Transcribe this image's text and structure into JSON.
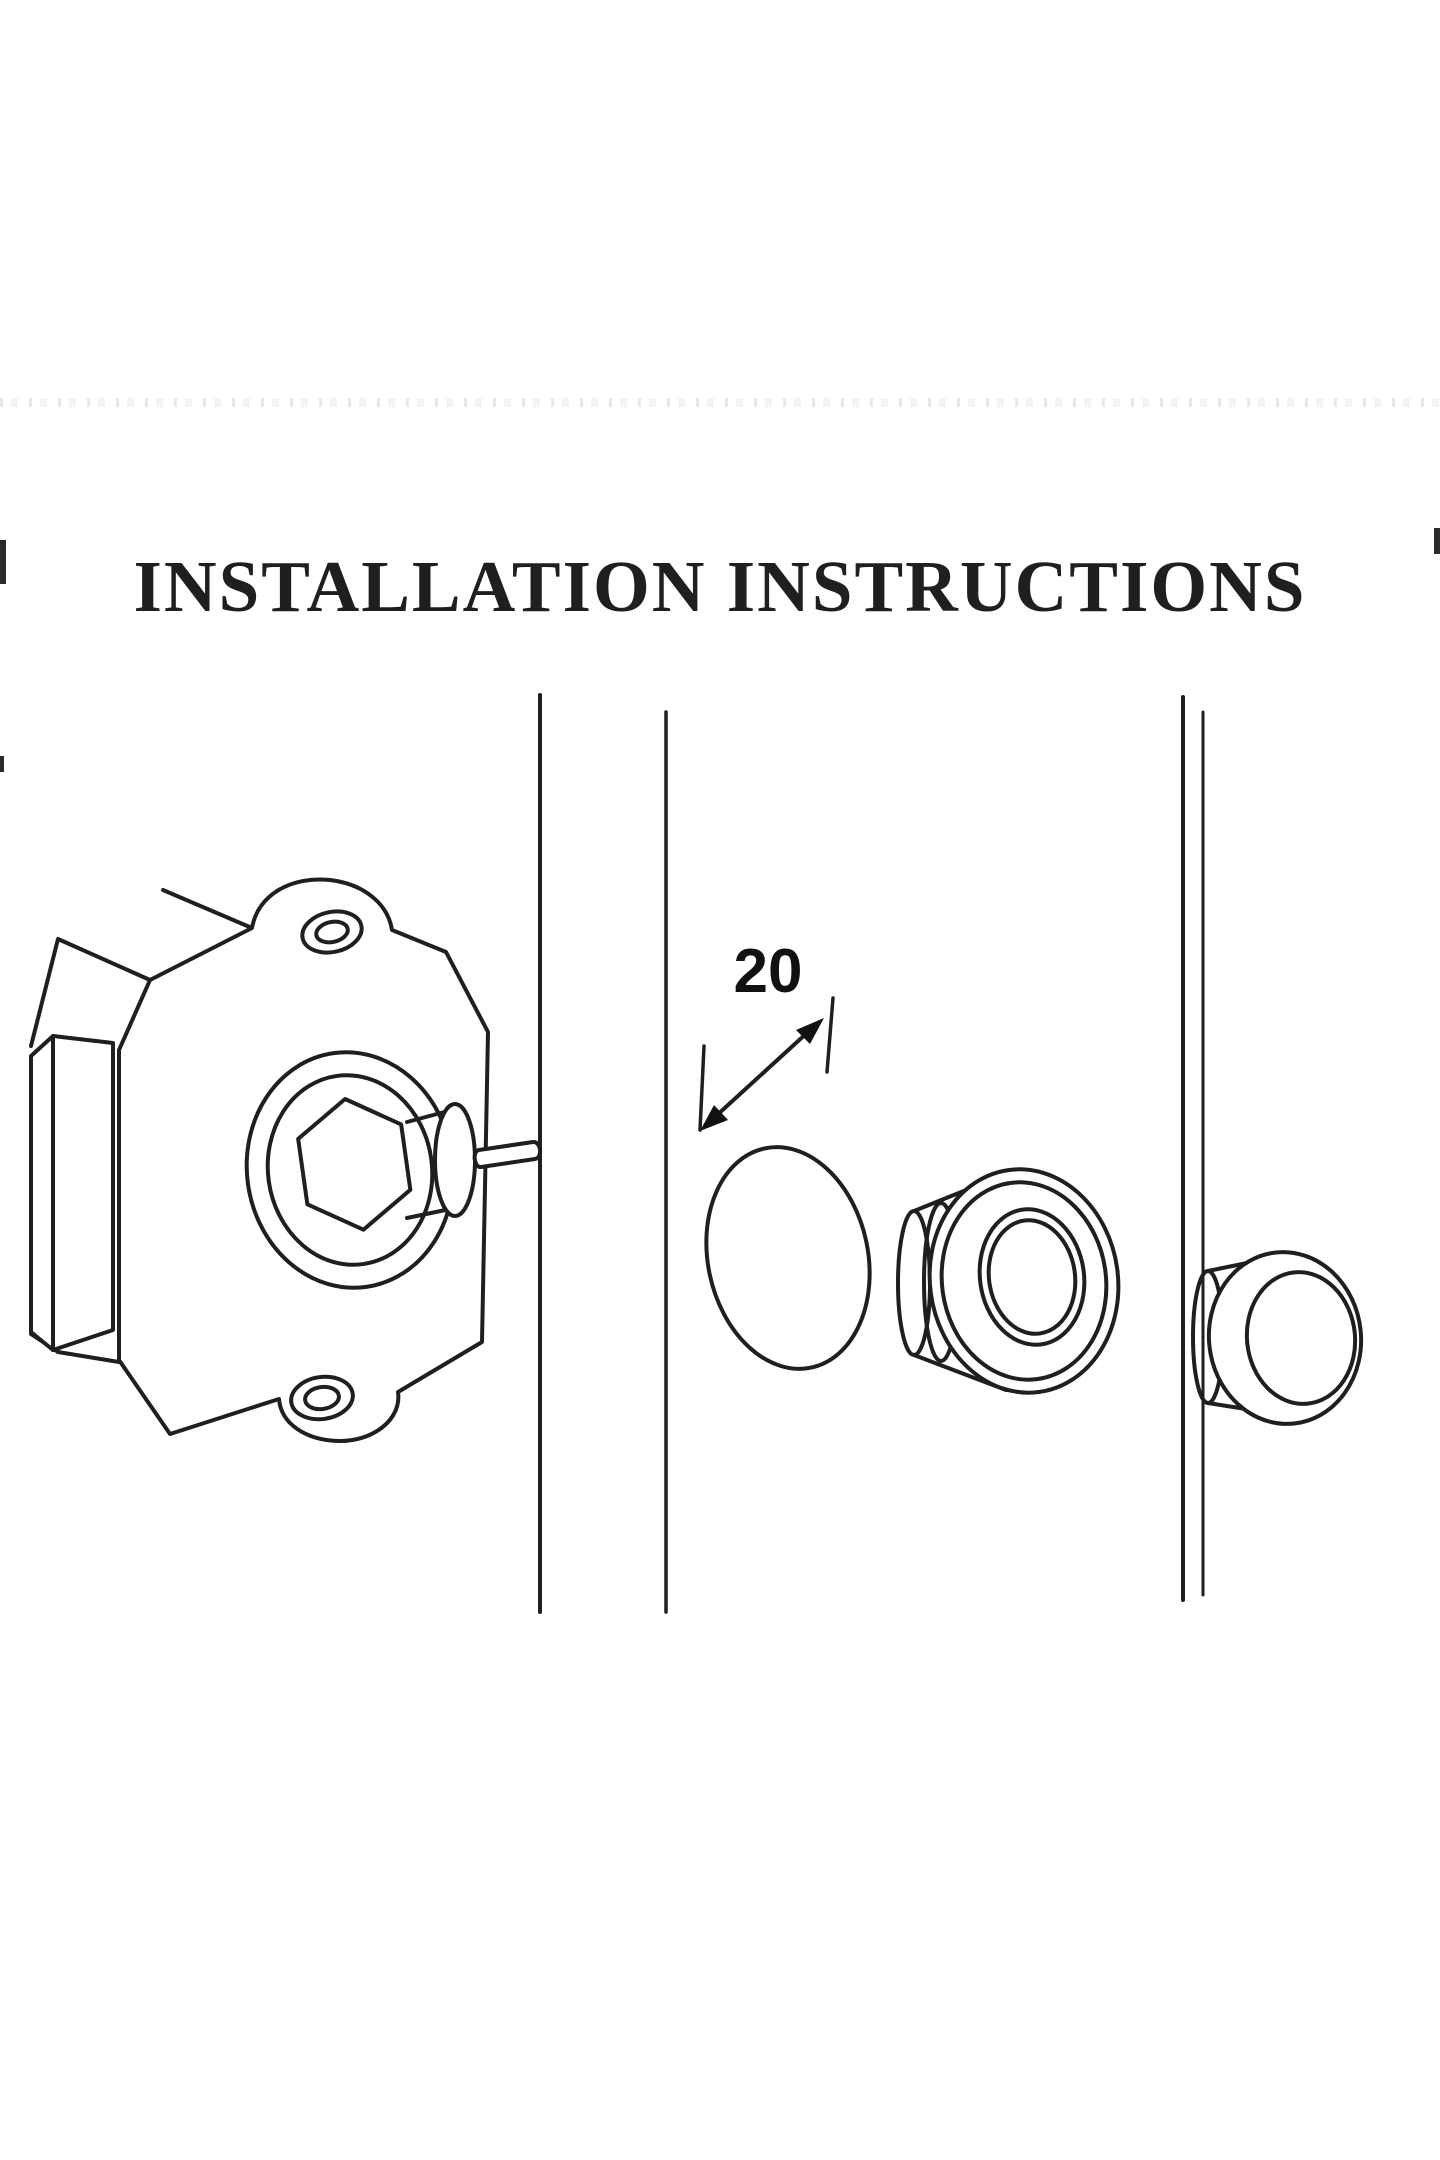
{
  "colors": {
    "background": "#ffffff",
    "ink": "#1f1f1f"
  },
  "title": {
    "text": "INSTALLATION INSTRUCTIONS"
  },
  "dimension": {
    "label": "20"
  },
  "parts": {
    "latch": "push-button-latch-drawing",
    "door_edges": "door-panel-edge-lines",
    "hole": "mounting-hole-drawing",
    "ring": "trim-ring-drawing",
    "knob": "push-knob-drawing"
  }
}
